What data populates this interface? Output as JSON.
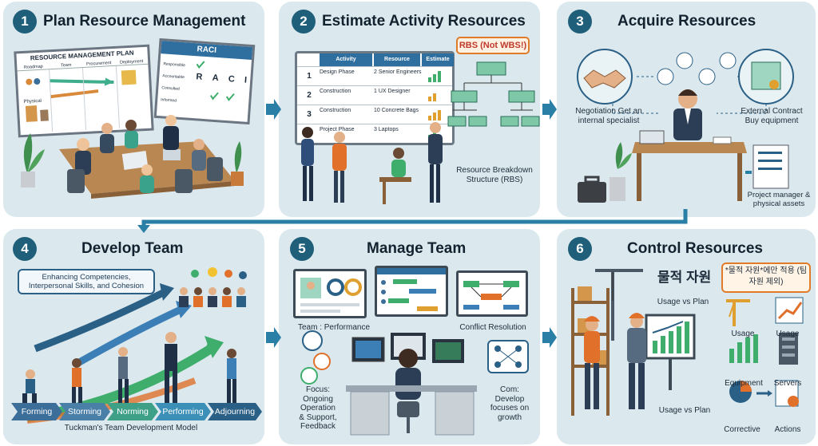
{
  "panels": [
    {
      "number": "1",
      "title": "Plan Resource Management",
      "board_title": "RESOURCE MANAGEMENT PLAN",
      "board_cols": [
        "Roadmap",
        "Team",
        "Procurement",
        "Deployment"
      ],
      "board_row_label": "Physical",
      "raci_title": "RACI",
      "raci_letters": [
        "R",
        "A",
        "C",
        "I"
      ],
      "raci_rows": [
        "Responsible",
        "Accountable",
        "Consulted",
        "Informed"
      ]
    },
    {
      "number": "2",
      "title": "Estimate Activity Resources",
      "rbs_tag": "RBS (Not WBS!)",
      "table_headers": [
        "Activity",
        "Resource",
        "Estimate"
      ],
      "table_rows": [
        {
          "num": "1",
          "activity": "Design Phase",
          "resource": "2 Senior Engineers"
        },
        {
          "num": "2",
          "activity": "Construction",
          "resource": "1 UX Designer"
        },
        {
          "num": "3",
          "activity": "Construction",
          "resource": "10 Concrete Bags"
        },
        {
          "num": "4",
          "activity": "Project Phase",
          "resource": "3 Laptops"
        }
      ],
      "rbs_caption": "Resource Breakdown Structure (RBS)"
    },
    {
      "number": "3",
      "title": "Acquire Resources",
      "negotiation": "Negotiation Get an internal specialist",
      "external": "External Contract Buy equipment",
      "pm_caption": "Project manager & physical assets"
    },
    {
      "number": "4",
      "title": "Develop Team",
      "callout": "Enhancing Competencies, Interpersonal Skills, and Cohesion",
      "stages": [
        "Forming",
        "Storming",
        "Norming",
        "Performing",
        "Adjourning"
      ],
      "model_caption": "Tuckman's Team Development Model"
    },
    {
      "number": "5",
      "title": "Manage Team",
      "team_perf": "Team : Performance",
      "conflict": "Conflict Resolution",
      "focus": "Focus: Ongoing Operation & Support, Feedback",
      "com": "Com: Develop focuses on growth"
    },
    {
      "number": "6",
      "title": "Control Resources",
      "korean_title": "물적 자원",
      "korean_tag": "*물적 자원*에만 적용 (팀 자원 제외)",
      "usage_plan_top": "Usage vs Plan",
      "usage_plan_bottom": "Usage vs Plan",
      "icons": [
        "Usage",
        "Usage",
        "Equipment",
        "Servers",
        "Corrective",
        "Actions"
      ]
    }
  ],
  "colors": {
    "panel_bg": "#dbe9ee",
    "accent": "#1f5f7a",
    "arrow": "#2a7fa6",
    "highlight": "#e07b2a"
  }
}
